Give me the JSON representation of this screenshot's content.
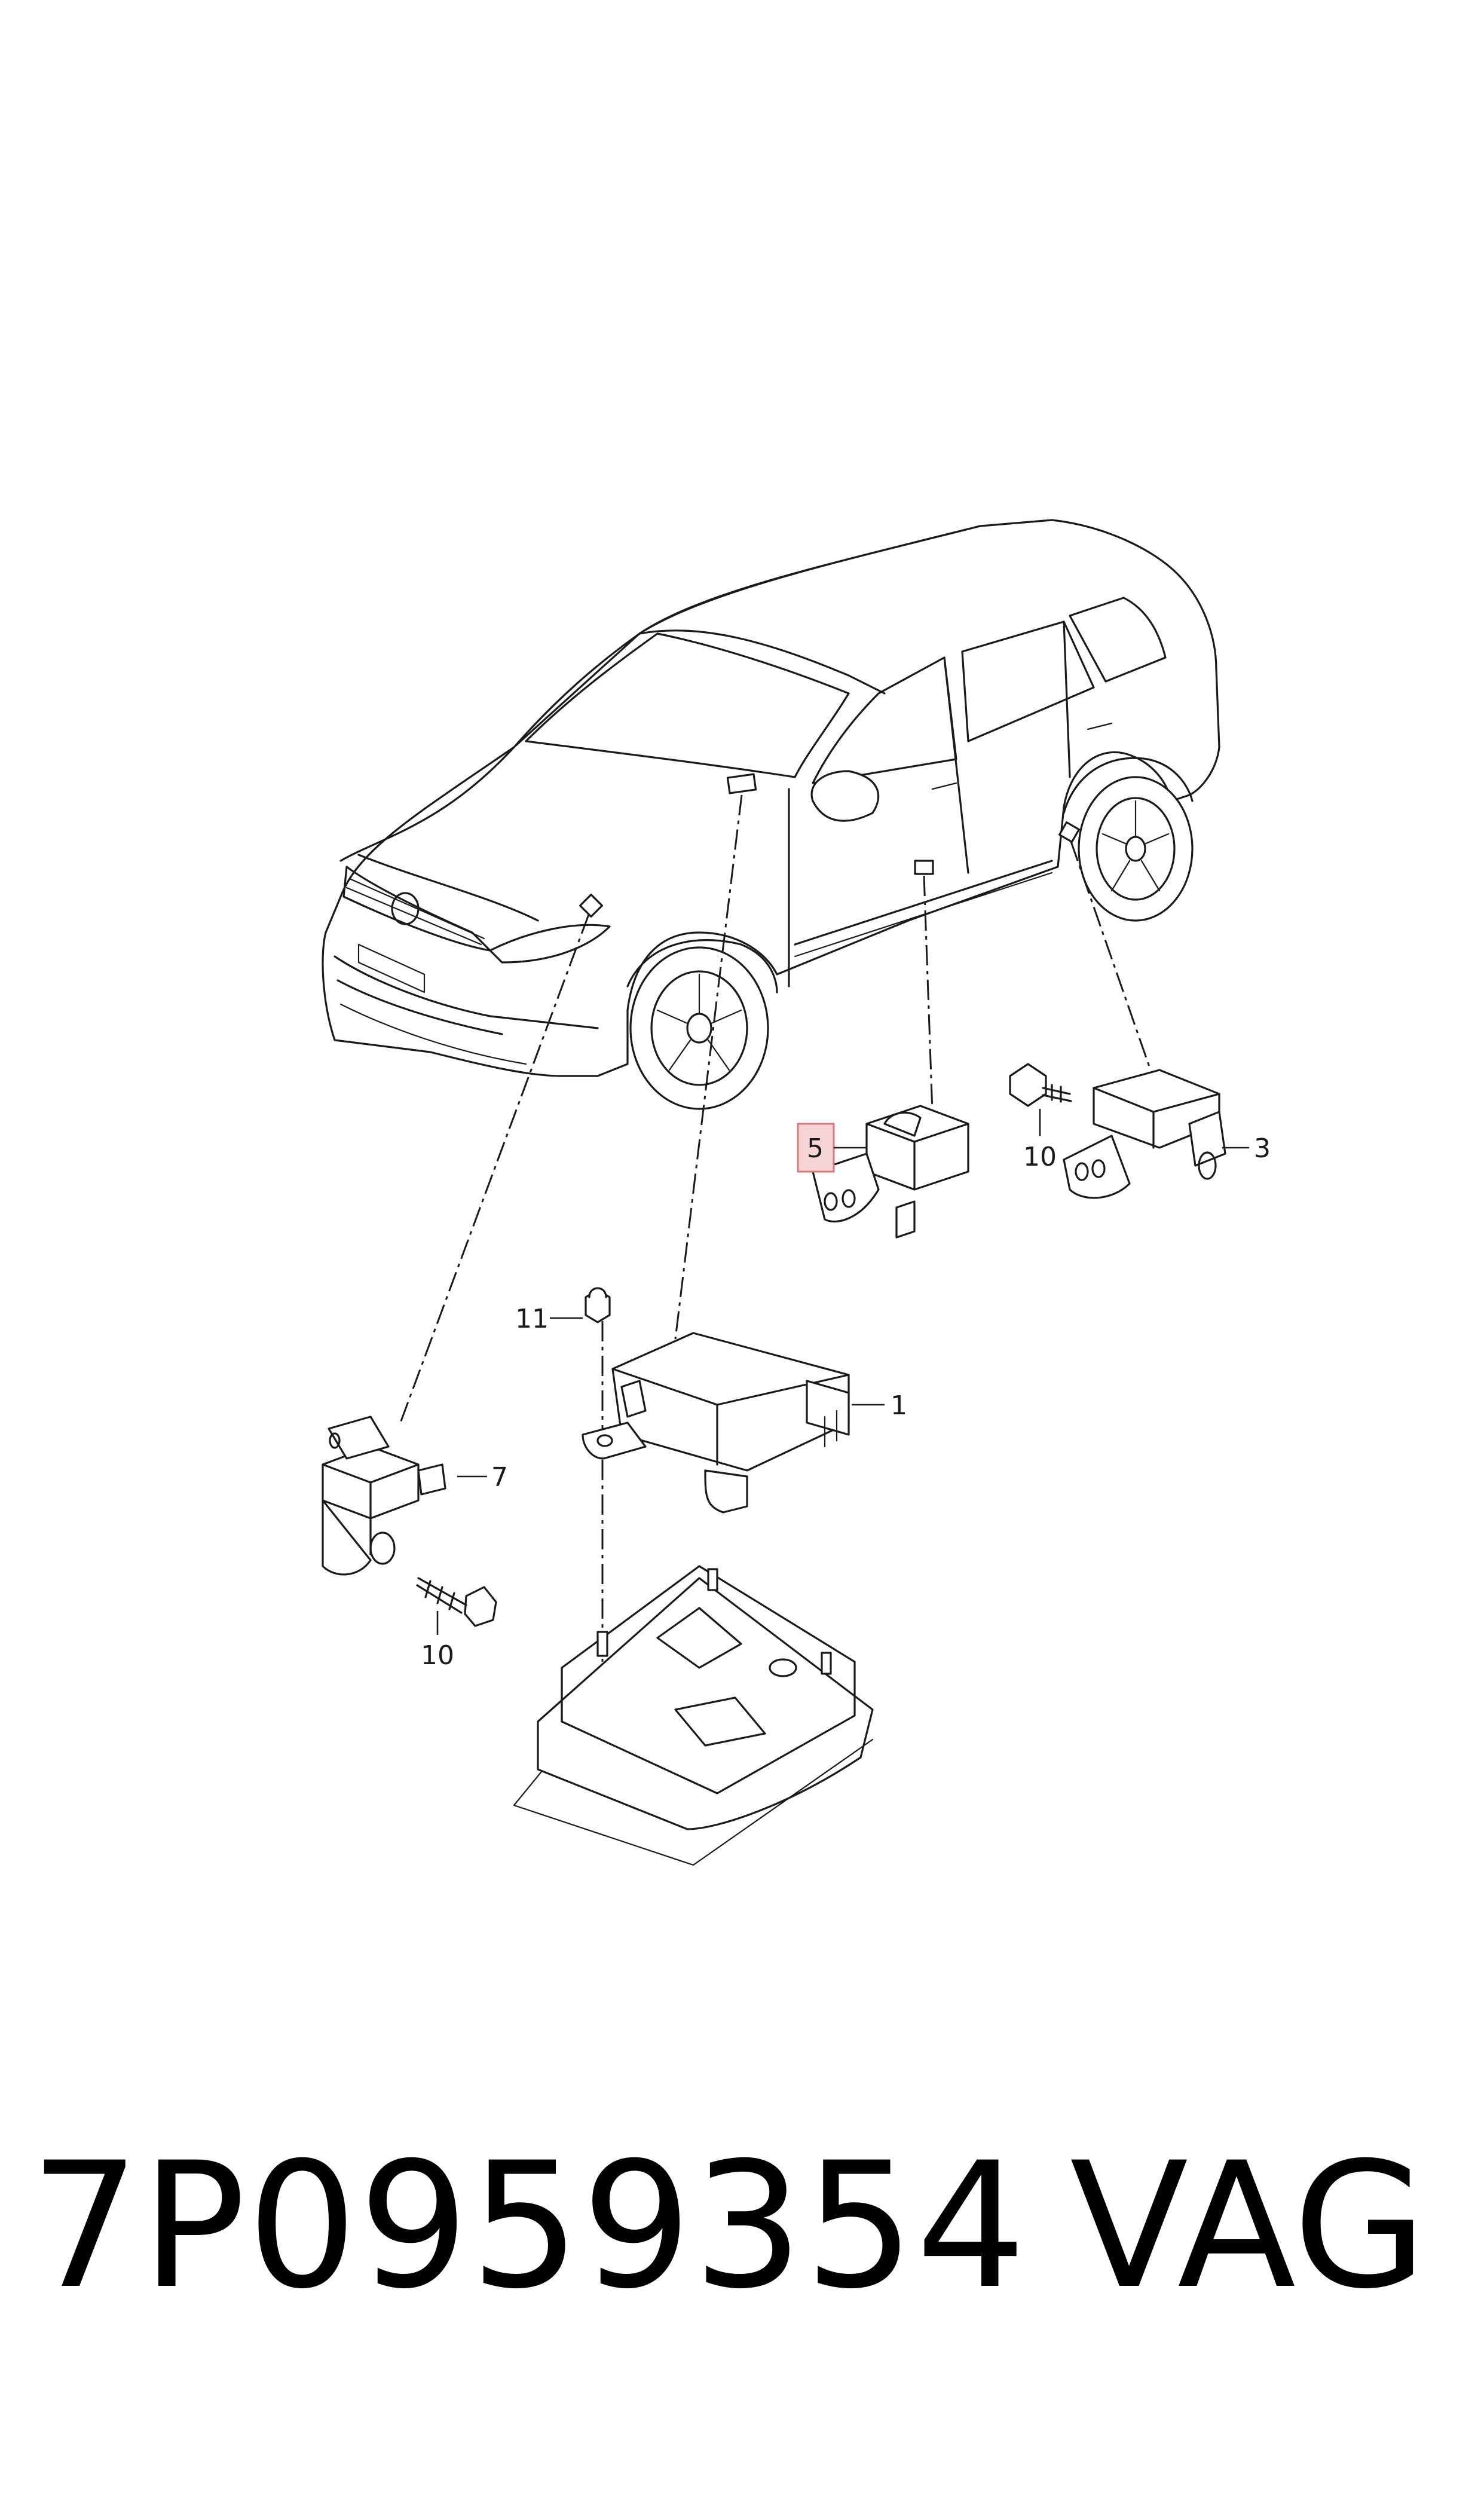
{
  "callouts": {
    "c1": "1",
    "c3": "3",
    "c5": "5",
    "c7": "7",
    "c10a": "10",
    "c10b": "10",
    "c11": "11"
  },
  "highlighted_callout": "5",
  "highlight_color": "#f6d4d6",
  "part_number": "7P0959354",
  "brand": "VAG"
}
